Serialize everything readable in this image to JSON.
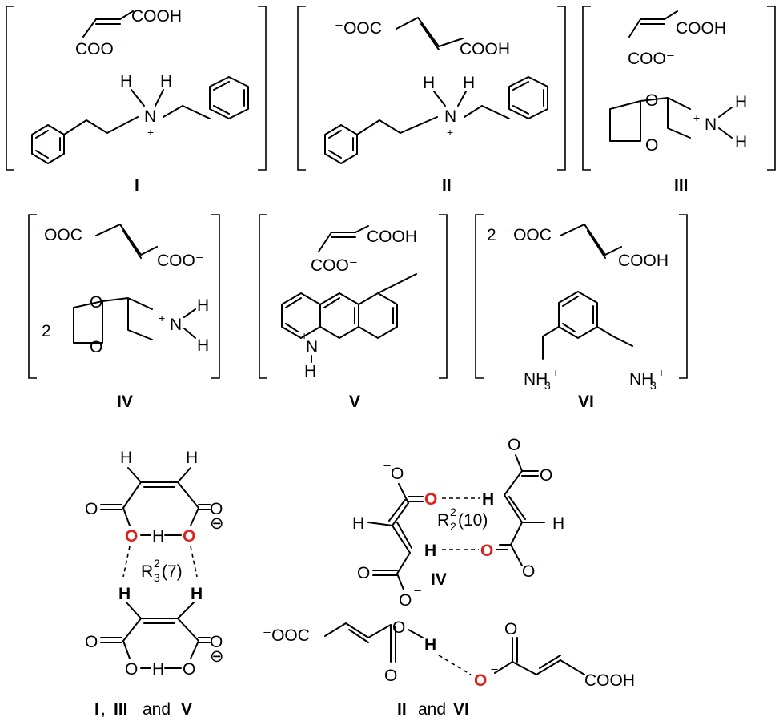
{
  "texts": {
    "cooh": "COOH",
    "coo_minus": "COO⁻",
    "minus_ooc": "⁻OOC",
    "h": "H",
    "n": "N",
    "o": "O",
    "plus": "+",
    "minus": "−",
    "minus_sup": "⁻",
    "ominus": "⊖",
    "two": "2",
    "nh3": "NH",
    "sub3": "3",
    "sub2": "2",
    "sup2": "2",
    "r_letter": "R",
    "r1_ring": "(7)",
    "r2_ring": "(10)",
    "ooc_text": "OOC",
    "roman_I": "I",
    "roman_II": "II",
    "roman_III": "III",
    "roman_IV": "IV",
    "roman_V": "V",
    "roman_VI": "VI",
    "comma": ",",
    "and": "and"
  },
  "colors": {
    "highlight_oxygen": "#e0201b",
    "line": "#000000"
  }
}
